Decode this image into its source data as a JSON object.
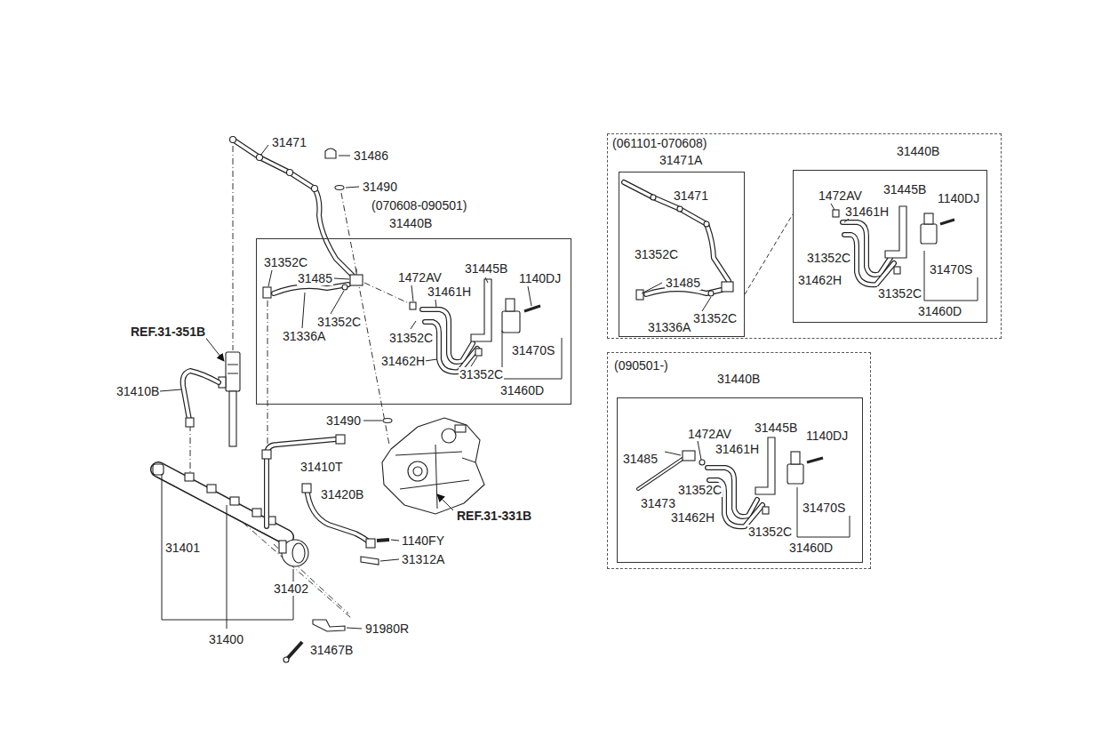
{
  "diagram": {
    "nodes": [
      {
        "text": [
          "(070608-090501)",
          "31440B"
        ]
      },
      {
        "text": [
          "(061101-070608)"
        ]
      },
      {
        "text": [
          "31471A"
        ],
        "in": 1
      },
      {
        "text": [
          "31440B"
        ],
        "in": 1
      },
      {
        "text": [
          "(090501-)"
        ]
      },
      {
        "text": [
          "31440B"
        ],
        "in": 4
      }
    ],
    "edges": [
      {
        "from": 2,
        "to": 3,
        "arrow": "none"
      }
    ],
    "labels": [
      "31471",
      "31486",
      "31490",
      "31352C",
      "31485",
      "1472AV",
      "31445B",
      "1140DJ",
      "31461H",
      "31352C",
      "31336A",
      "31352C",
      "31470S",
      "31462H",
      "31352C",
      "31460D",
      "REF.31-351B",
      "31410B",
      "31490",
      "31410T",
      "31420B",
      "REF.31-331B",
      "1140FY",
      "31401",
      "31312A",
      "31402",
      "91980R",
      "31400",
      "31467B",
      "31471",
      "31352C",
      "31485",
      "31352C",
      "31336A",
      "1472AV",
      "31445B",
      "1140DJ",
      "31461H",
      "31352C",
      "31470S",
      "31462H",
      "31352C",
      "31460D",
      "1472AV",
      "31445B",
      "1140DJ",
      "31485",
      "31461H",
      "31352C",
      "31473",
      "31462H",
      "31470S",
      "31352C",
      "31460D"
    ]
  }
}
